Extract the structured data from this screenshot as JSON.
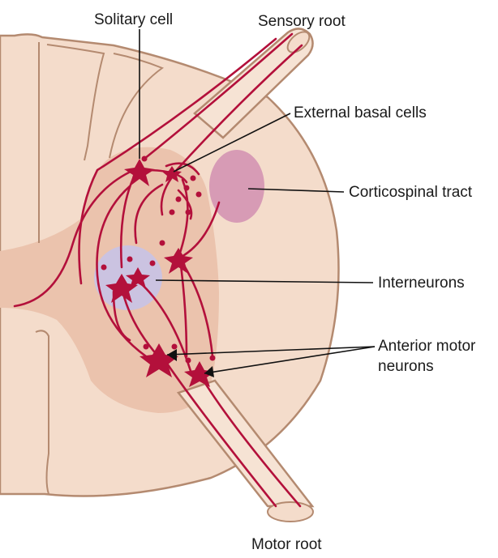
{
  "labels": {
    "solitary_cell": "Solitary cell",
    "sensory_root": "Sensory root",
    "external_basal_cells": "External basal cells",
    "corticospinal_tract": "Corticospinal tract",
    "interneurons": "Interneurons",
    "anterior_motor_line1": "Anterior motor",
    "anterior_motor_line2": "neurons",
    "motor_root": "Motor root"
  },
  "colors": {
    "white_matter": "#f4dccb",
    "gray_matter": "#ebc3ad",
    "outline": "#b48a70",
    "root_fill": "#f6e3d4",
    "neuron": "#b3103b",
    "corticospinal": "#d79bb5",
    "interneuron_zone": "#c6c3ea",
    "leader_line": "#111111"
  }
}
